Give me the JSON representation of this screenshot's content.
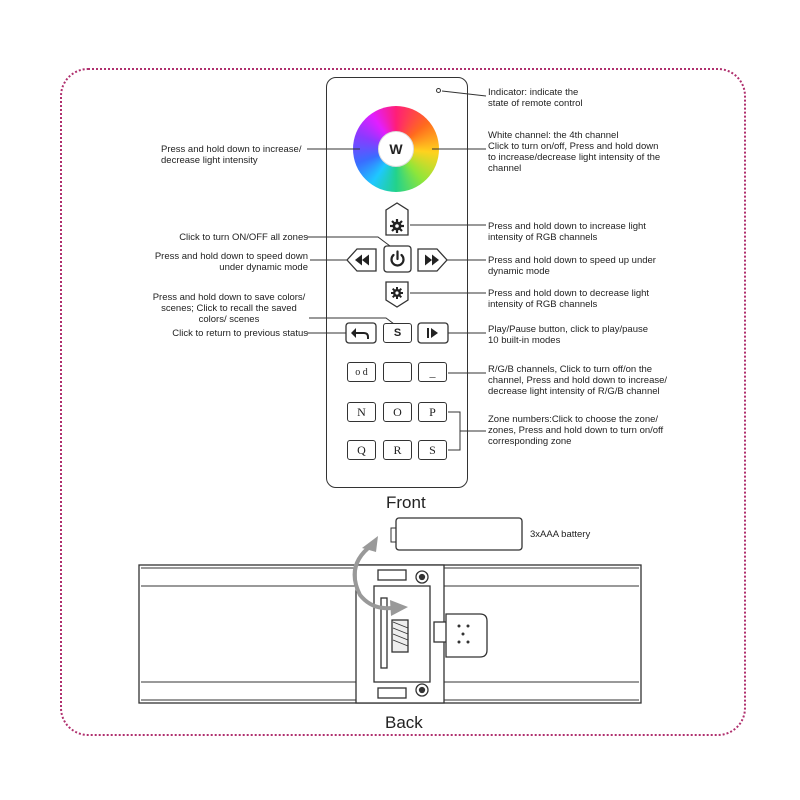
{
  "front_caption": "Front",
  "back_caption": "Back",
  "battery_label": "3xAAA battery",
  "wheel_center_label": "W",
  "buttons": {
    "stop_label": "S",
    "rgb_keys_row1": [
      "o d",
      "",
      "_"
    ],
    "zone_keys_row1": [
      "N",
      "O",
      "P"
    ],
    "zone_keys_row2": [
      "Q",
      "R",
      "S"
    ]
  },
  "annotations": {
    "indicator": [
      "Indicator: indicate the",
      "state of remote control"
    ],
    "white_channel": [
      "White channel: the 4th channel",
      "Click to turn on/off, Press and hold down",
      "to increase/decrease light intensity of the",
      "channel"
    ],
    "wheel_hold": [
      "Press and hold down to increase/",
      "decrease light intensity"
    ],
    "rgb_up": [
      "Press and hold down to increase light",
      "intensity of RGB channels"
    ],
    "all_zones": [
      "Click to turn ON/OFF all zones"
    ],
    "speed_down": [
      "Press and hold down to speed down",
      "under dynamic mode"
    ],
    "speed_up": [
      "Press and hold down to speed up under",
      "dynamic mode"
    ],
    "save_scenes": [
      "Press and hold down to save colors/",
      "scenes; Click to recall the saved",
      "colors/ scenes"
    ],
    "rgb_down": [
      "Press and hold down to decrease light",
      "intensity of RGB channels"
    ],
    "return": [
      "Click to return to previous status"
    ],
    "play_pause": [
      "Play/Pause button, click to play/pause",
      "10 built-in modes"
    ],
    "rgb_channels": [
      "R/G/B channels, Click to turn off/on the",
      "channel, Press and hold down to increase/",
      "decrease light intensity of R/G/B channel"
    ],
    "zones": [
      "Zone numbers:Click to choose the zone/",
      "zones, Press and hold down to turn on/off",
      "corresponding zone"
    ]
  }
}
